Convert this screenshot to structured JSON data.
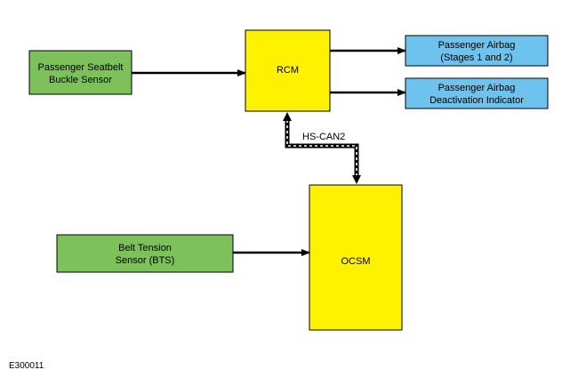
{
  "colors": {
    "sensor": "#7dc15a",
    "module": "#fff200",
    "output": "#6ec3ee",
    "stroke": "#000000"
  },
  "nodes": {
    "seatbelt_sensor": {
      "lines": [
        "Passenger Seatbelt",
        "Buckle Sensor"
      ]
    },
    "rcm": {
      "lines": [
        "RCM"
      ]
    },
    "airbag": {
      "lines": [
        "Passenger Airbag",
        "(Stages 1 and 2)"
      ]
    },
    "deactivation_indicator": {
      "lines": [
        "Passenger Airbag",
        "Deactivation Indicator"
      ]
    },
    "ocsm": {
      "lines": [
        "OCSM"
      ]
    },
    "belt_tension_sensor": {
      "lines": [
        "Belt Tension",
        "Sensor (BTS)"
      ]
    }
  },
  "links": {
    "hs_can2": "HS-CAN2"
  },
  "figure_id": "E300011"
}
